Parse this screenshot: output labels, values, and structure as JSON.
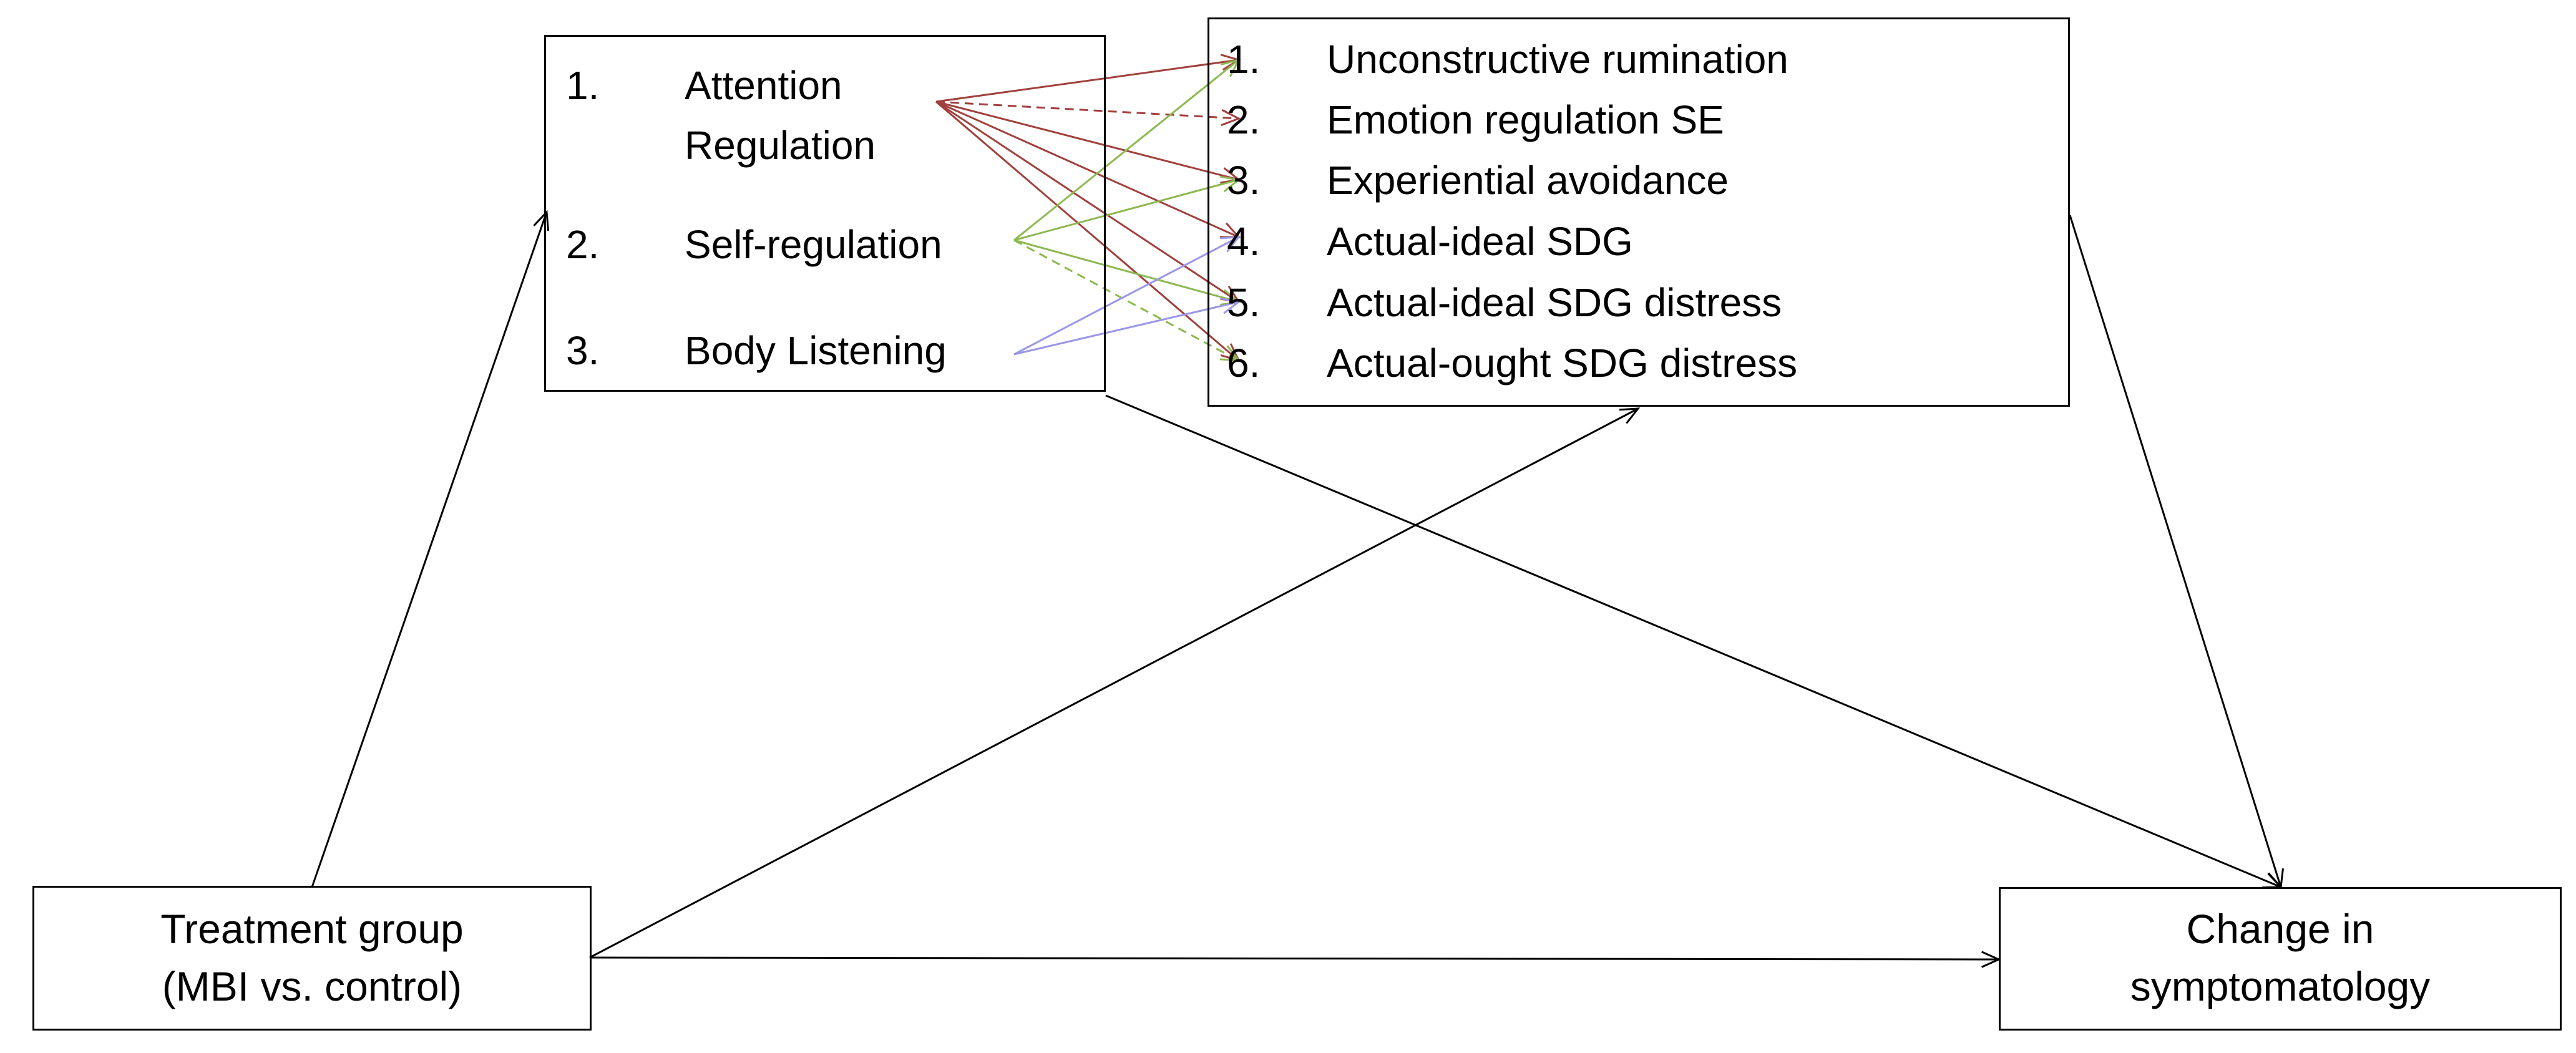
{
  "diagram": {
    "mediators_left": {
      "items": [
        {
          "num": "1.",
          "label_line1": "Attention",
          "label_line2": "Regulation"
        },
        {
          "num": "2.",
          "label": "Self-regulation"
        },
        {
          "num": "3.",
          "label": "Body Listening"
        }
      ]
    },
    "mediators_right": {
      "items": [
        {
          "num": "1.",
          "label": "Unconstructive rumination"
        },
        {
          "num": "2.",
          "label": "Emotion regulation SE"
        },
        {
          "num": "3.",
          "label": "Experiential avoidance"
        },
        {
          "num": "4.",
          "label": "Actual-ideal SDG"
        },
        {
          "num": "5.",
          "label": "Actual-ideal SDG distress"
        },
        {
          "num": "6.",
          "label": "Actual-ought SDG distress"
        }
      ]
    },
    "treatment": {
      "line1": "Treatment group",
      "line2": "(MBI vs. control)"
    },
    "outcome": {
      "line1": "Change in",
      "line2": "symptomatology"
    },
    "colors": {
      "structural": "#000000",
      "attention_regulation": "#a0403c",
      "self_regulation": "#8cb850",
      "body_listening": "#9a96e6"
    },
    "mediator_links": [
      {
        "from": "Attention Regulation",
        "to": [
          1,
          2,
          3,
          4,
          5,
          6
        ],
        "dashed_to": [
          2
        ]
      },
      {
        "from": "Self-regulation",
        "to": [
          1,
          3,
          5,
          6
        ],
        "dashed_to": [
          6
        ]
      },
      {
        "from": "Body Listening",
        "to": [
          4,
          5
        ],
        "dashed_to": []
      }
    ]
  }
}
